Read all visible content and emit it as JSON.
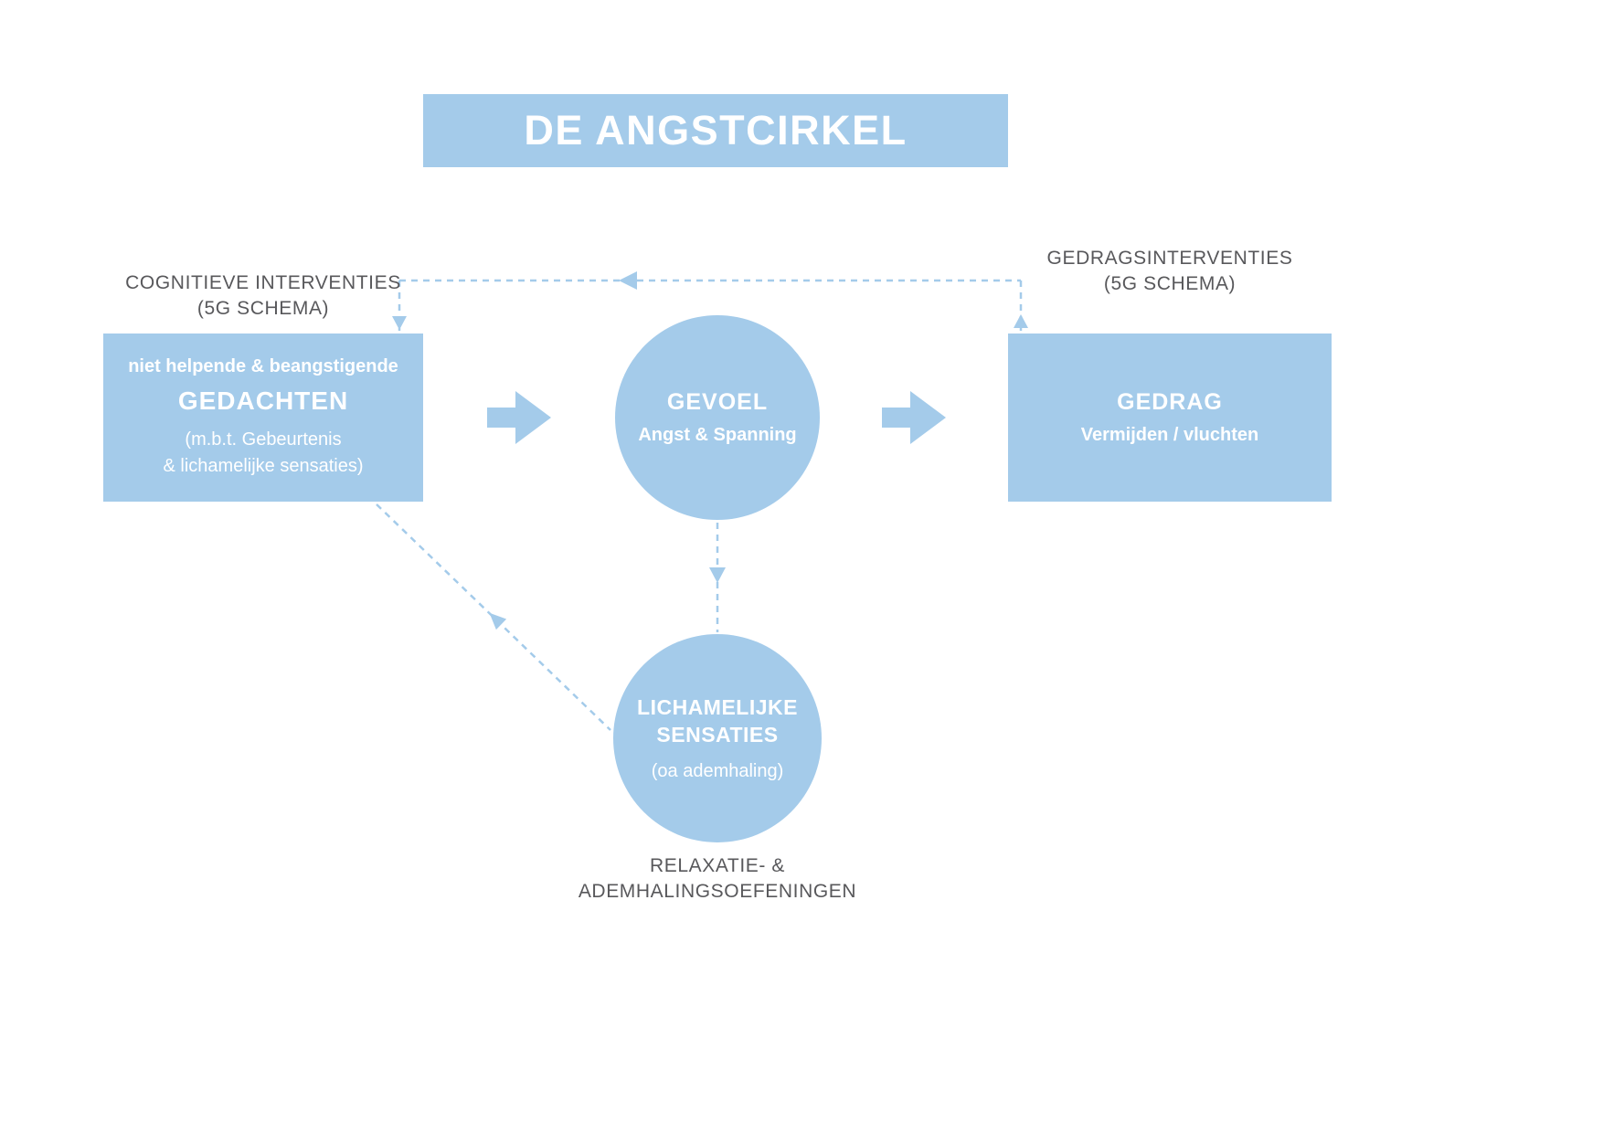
{
  "colors": {
    "blue": "#A4CBEA",
    "gray": "#58585B",
    "white": "#FFFFFF"
  },
  "title": "DE ANGSTCIRKEL",
  "nodes": {
    "gedachten": {
      "line1": "niet helpende & beangstigende",
      "line2": "GEDACHTEN",
      "line3": "(m.b.t. Gebeurtenis",
      "line4": "& lichamelijke sensaties)"
    },
    "gevoel": {
      "line1": "GEVOEL",
      "line2": "Angst & Spanning"
    },
    "gedrag": {
      "line1": "GEDRAG",
      "line2": "Vermijden / vluchten"
    },
    "sensaties": {
      "line1": "LICHAMELIJKE",
      "line2": "SENSATIES",
      "line3": "(oa ademhaling)"
    }
  },
  "annotations": {
    "cognitieve": {
      "line1": "COGNITIEVE INTERVENTIES",
      "line2": "(5G SCHEMA)"
    },
    "gedrags": {
      "line1": "GEDRAGSINTERVENTIES",
      "line2": "(5G SCHEMA)"
    },
    "relaxatie": {
      "line1": "RELAXATIE- &",
      "line2": "ADEMHALINGSOEFENINGEN"
    }
  }
}
